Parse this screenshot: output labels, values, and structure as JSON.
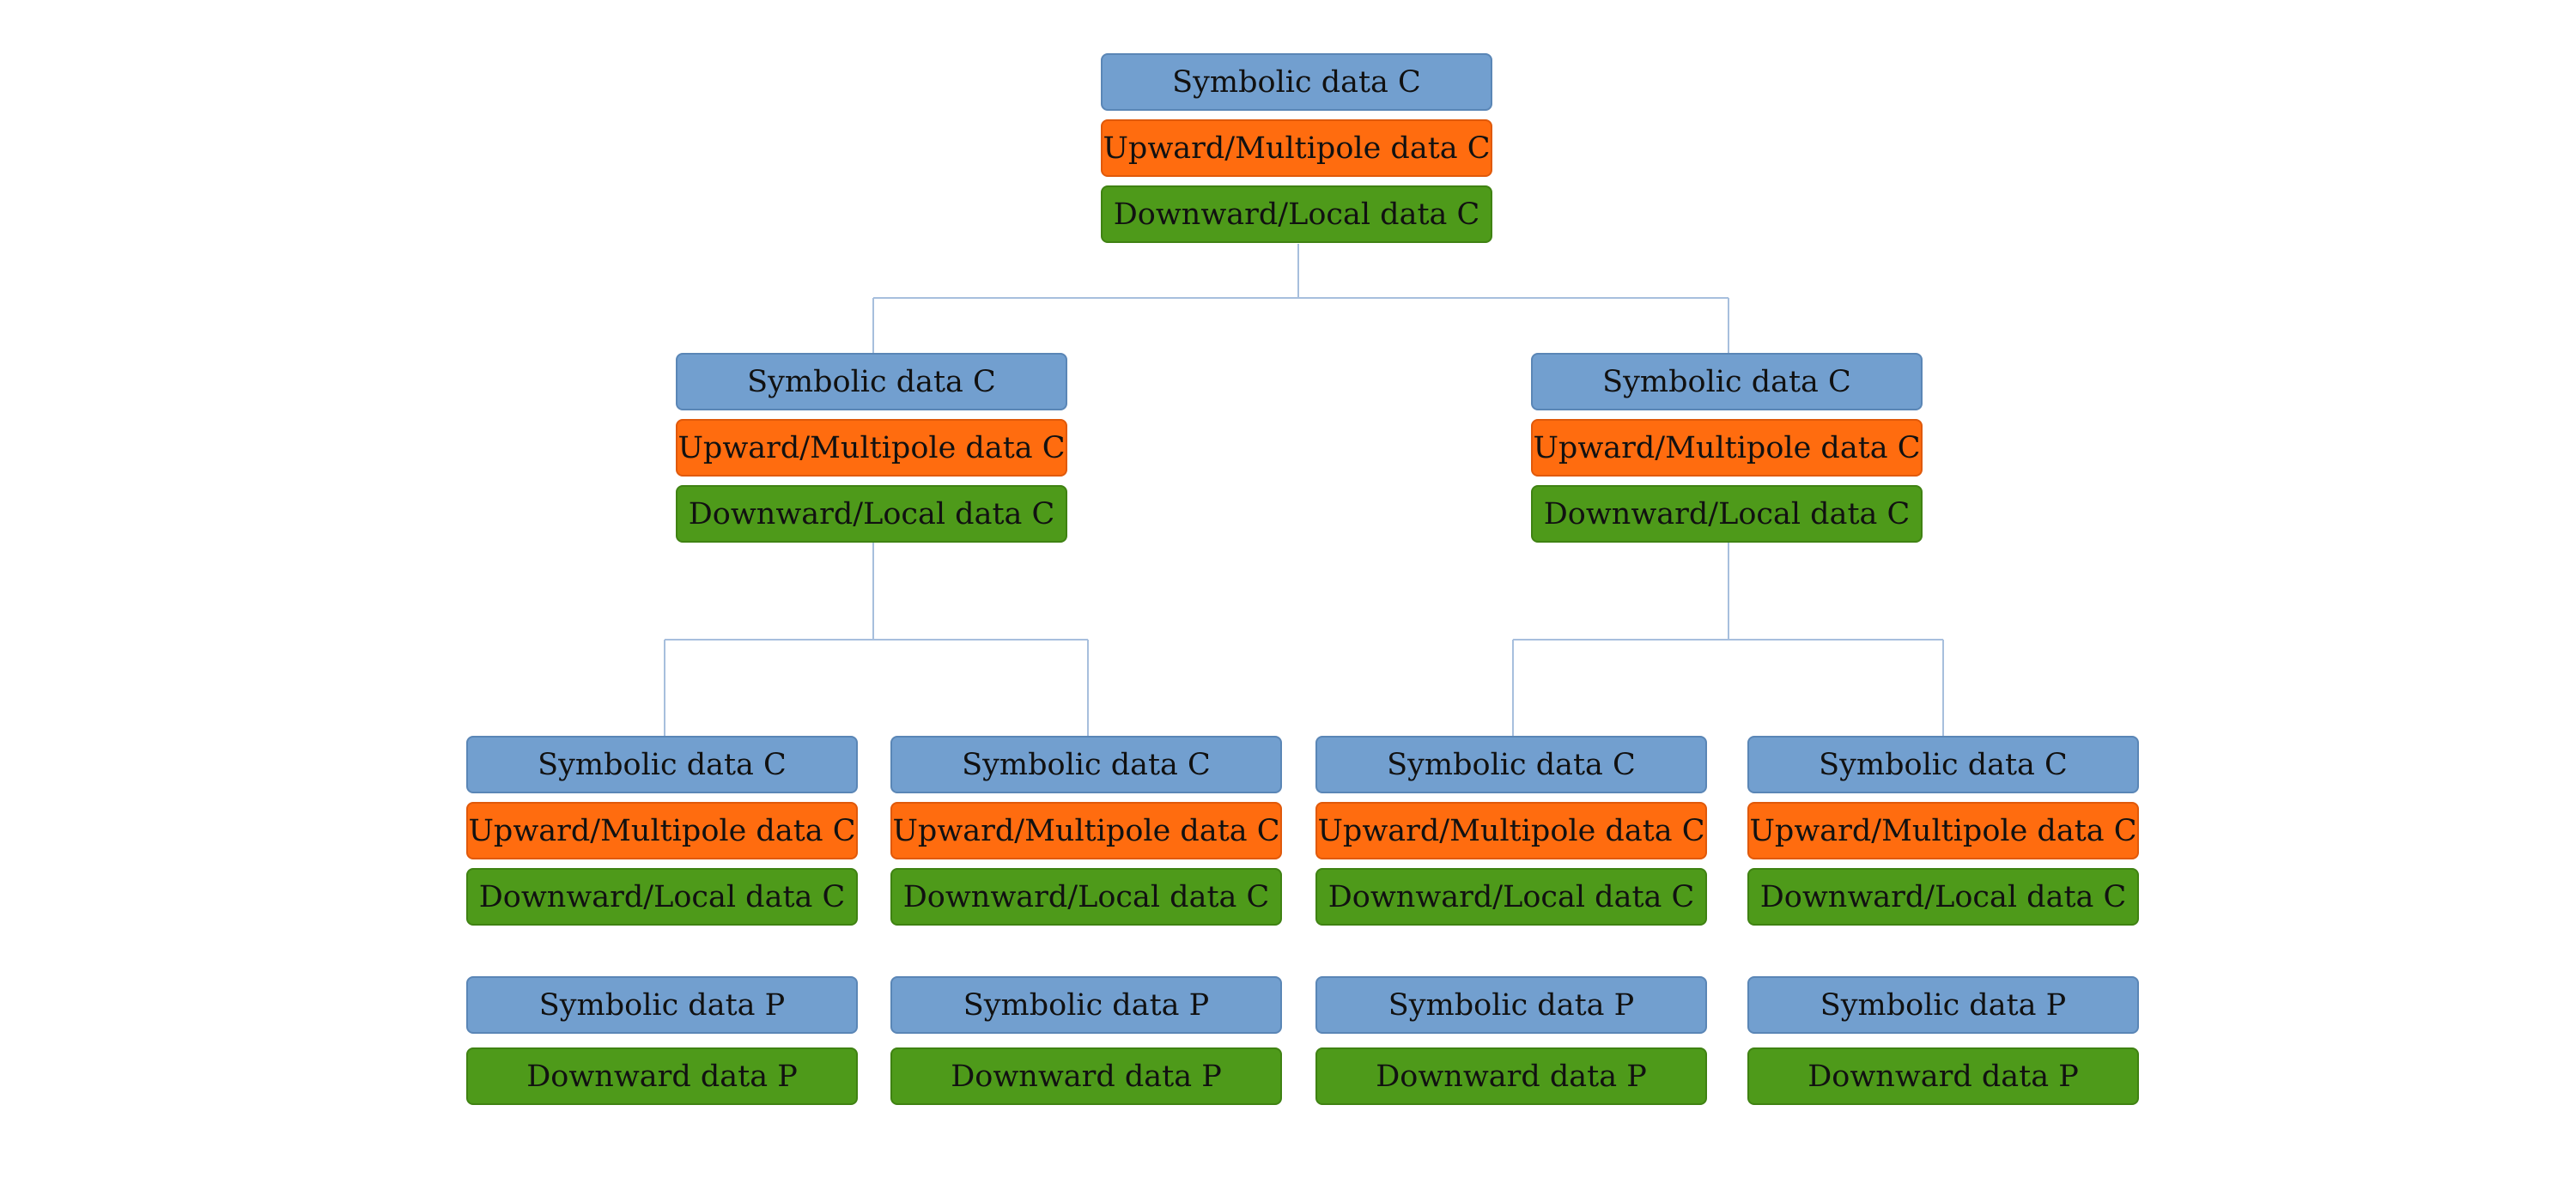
{
  "diagram": {
    "colors": {
      "symbolic": "#729fcf",
      "upward": "#ff6c0f",
      "downward": "#4e9a1a",
      "connector": "#a7bfdd"
    },
    "root": {
      "symbolic": "Symbolic data C",
      "upward": "Upward/Multipole data C",
      "downward": "Downward/Local data C"
    },
    "level1": [
      {
        "symbolic": "Symbolic data C",
        "upward": "Upward/Multipole data C",
        "downward": "Downward/Local data C"
      },
      {
        "symbolic": "Symbolic data C",
        "upward": "Upward/Multipole data C",
        "downward": "Downward/Local data C"
      }
    ],
    "level2": [
      {
        "symbolic": "Symbolic data C",
        "upward": "Upward/Multipole data C",
        "downward": "Downward/Local data C"
      },
      {
        "symbolic": "Symbolic data C",
        "upward": "Upward/Multipole data C",
        "downward": "Downward/Local data C"
      },
      {
        "symbolic": "Symbolic data C",
        "upward": "Upward/Multipole data C",
        "downward": "Downward/Local data C"
      },
      {
        "symbolic": "Symbolic data C",
        "upward": "Upward/Multipole data C",
        "downward": "Downward/Local data C"
      }
    ],
    "particles": [
      {
        "symbolic": "Symbolic data P",
        "downward": "Downward data P"
      },
      {
        "symbolic": "Symbolic data P",
        "downward": "Downward data P"
      },
      {
        "symbolic": "Symbolic data P",
        "downward": "Downward data P"
      },
      {
        "symbolic": "Symbolic data P",
        "downward": "Downward data P"
      }
    ]
  }
}
